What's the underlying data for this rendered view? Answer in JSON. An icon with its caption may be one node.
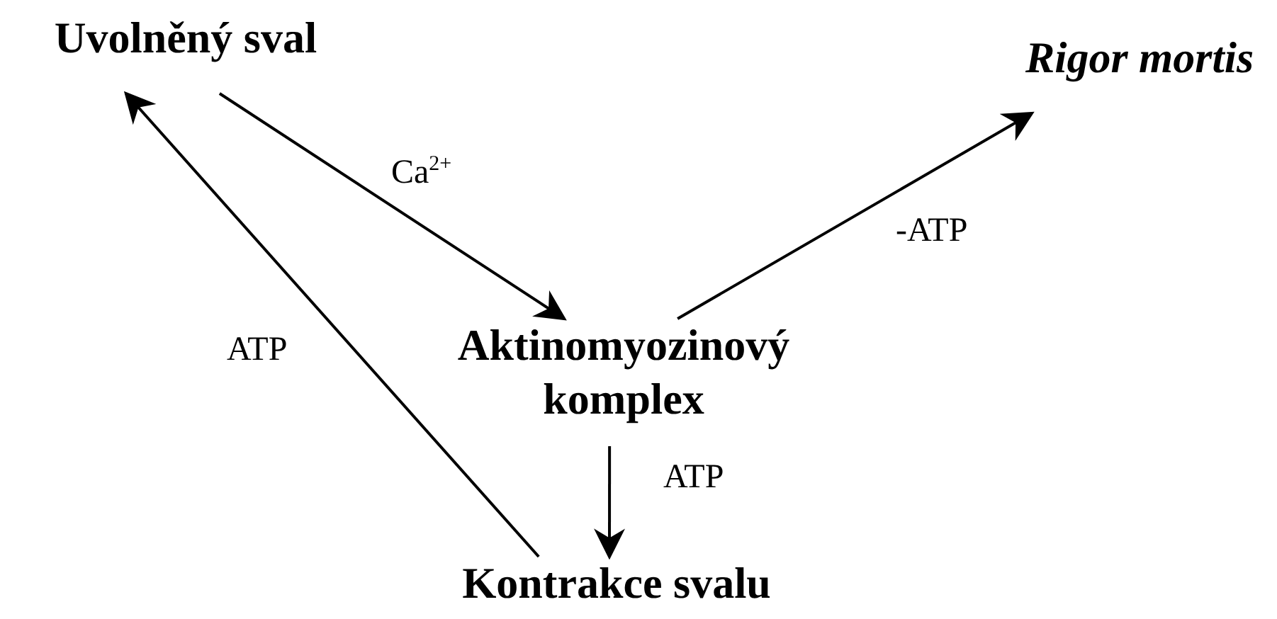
{
  "diagram": {
    "nodes": [
      {
        "text": [
          "Uvolněný sval"
        ]
      },
      {
        "text": [
          "Rigor mortis"
        ]
      },
      {
        "text": [
          "Aktinomyozinový komplex"
        ]
      },
      {
        "text": [
          "Kontrakce svalu"
        ]
      }
    ],
    "edges": [
      {
        "from": 0,
        "to": 2,
        "arrow": "to",
        "label": "Ca$^{2+}$"
      },
      {
        "from": 2,
        "to": 1,
        "arrow": "to",
        "label": "-ATP"
      },
      {
        "from": 2,
        "to": 3,
        "arrow": "to",
        "label": "ATP"
      },
      {
        "from": 3,
        "to": 0,
        "arrow": "to",
        "label": "ATP"
      }
    ]
  }
}
